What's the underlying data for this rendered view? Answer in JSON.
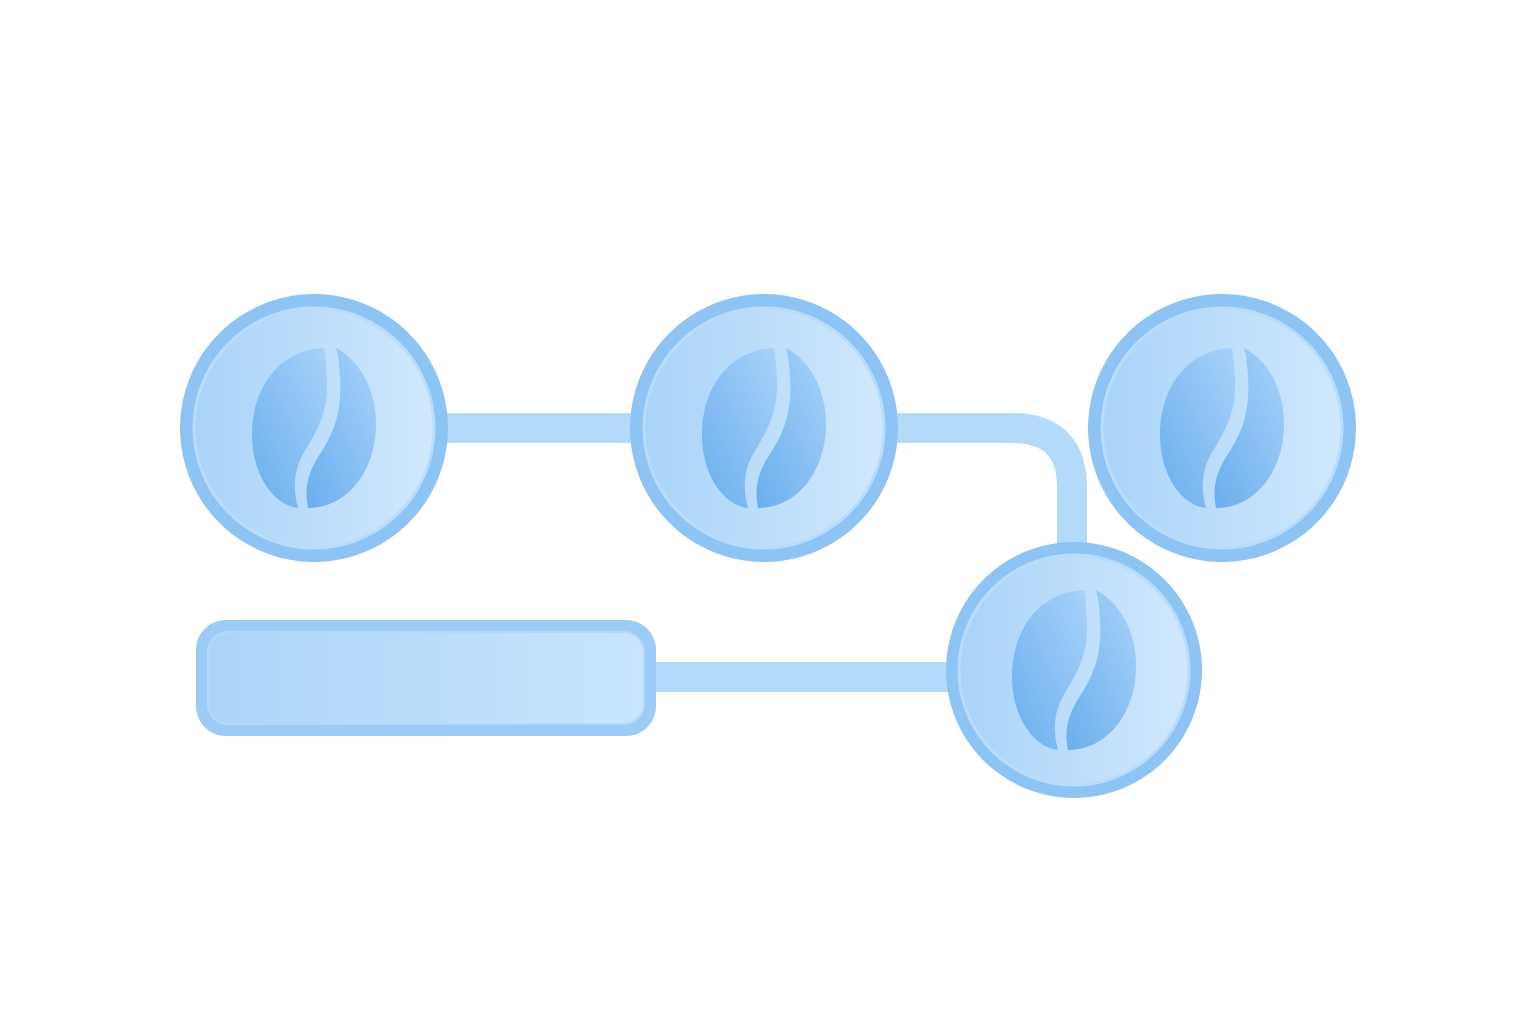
{
  "diagram": {
    "nodes": [
      {
        "id": "bean-1",
        "icon": "coffee-bean-icon"
      },
      {
        "id": "bean-2",
        "icon": "coffee-bean-icon"
      },
      {
        "id": "bean-3",
        "icon": "coffee-bean-icon"
      },
      {
        "id": "bean-4",
        "icon": "coffee-bean-icon"
      }
    ],
    "bar": {
      "label": ""
    },
    "connections": [
      {
        "from": "bean-1",
        "to": "bean-2"
      },
      {
        "from": "bean-2",
        "to": "bean-4"
      },
      {
        "from": "bean-4",
        "to": "bar"
      }
    ]
  },
  "colors": {
    "connector": "#b3daf9",
    "node_stroke": "#8ec4f4",
    "node_inner_stroke": "#b9dcfa",
    "node_fill_dark": "#a9d3f8",
    "node_fill_light": "#d0e8fd",
    "bean_dark": "#6aaeee",
    "bean_light": "#9fcdf8",
    "bean_crease": "#bfdffb",
    "background": "#ffffff"
  }
}
